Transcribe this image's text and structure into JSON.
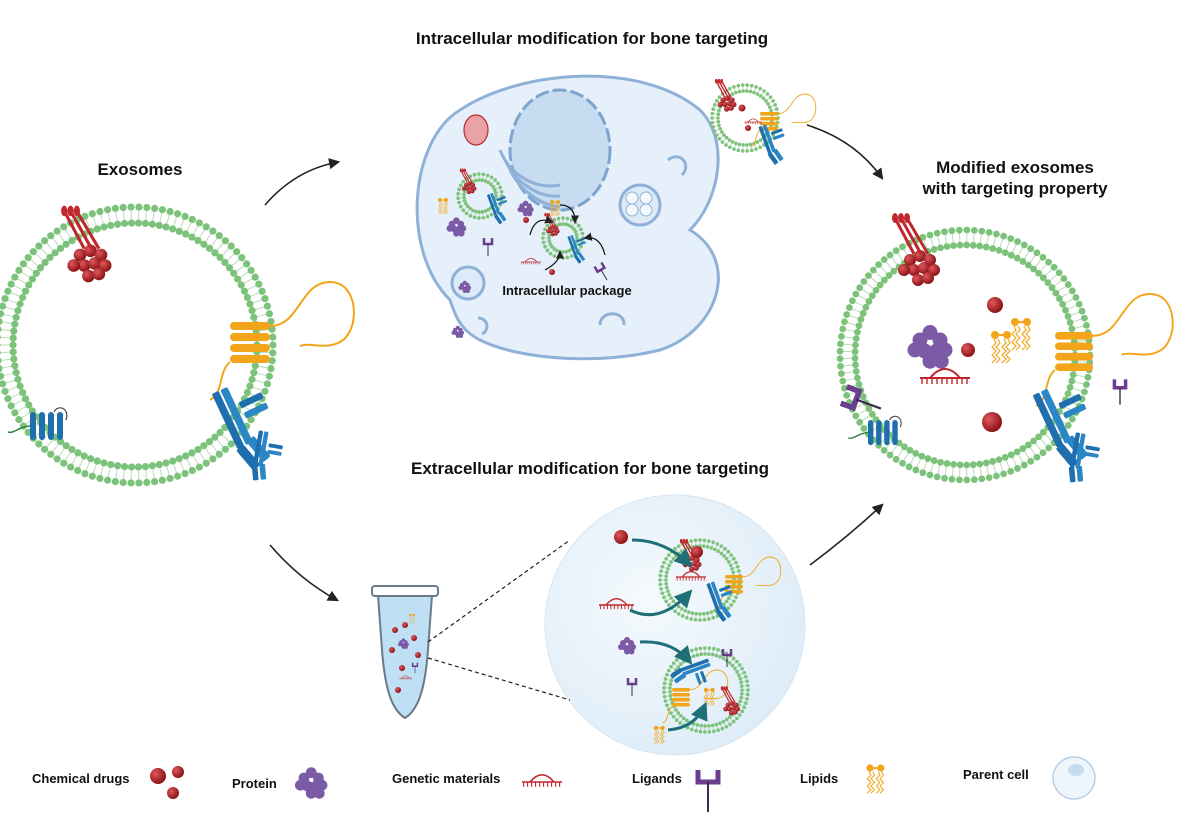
{
  "titles": {
    "intracellular": "Intracellular modification for bone targeting",
    "extracellular": "Extracellular modification for bone targeting",
    "exosomes": "Exosomes",
    "modified_line1": "Modified exosomes",
    "modified_line2": "with targeting property",
    "package": "Intracellular package"
  },
  "legend": [
    {
      "label": "Chemical drugs",
      "icon": "chemical-drug-icon"
    },
    {
      "label": "Protein",
      "icon": "protein-icon"
    },
    {
      "label": "Genetic materials",
      "icon": "genetic-material-icon"
    },
    {
      "label": "Ligands",
      "icon": "ligand-icon"
    },
    {
      "label": "Lipids",
      "icon": "lipid-icon"
    },
    {
      "label": "Parent cell",
      "icon": "parent-cell-icon"
    }
  ],
  "colors": {
    "membrane": "#7cc27a",
    "tail": "#b9dcb6",
    "drug": "#b01e24",
    "protein": "#7b5aa6",
    "gene": "#c0272d",
    "ligand": "#6a3d8f",
    "lipid": "#f2a51a",
    "receptor": "#1f6fae",
    "cell": "#e8f1fa",
    "cell_edge": "#8fb1d8",
    "arrow": "#222222",
    "teal": "#1f6f78"
  }
}
